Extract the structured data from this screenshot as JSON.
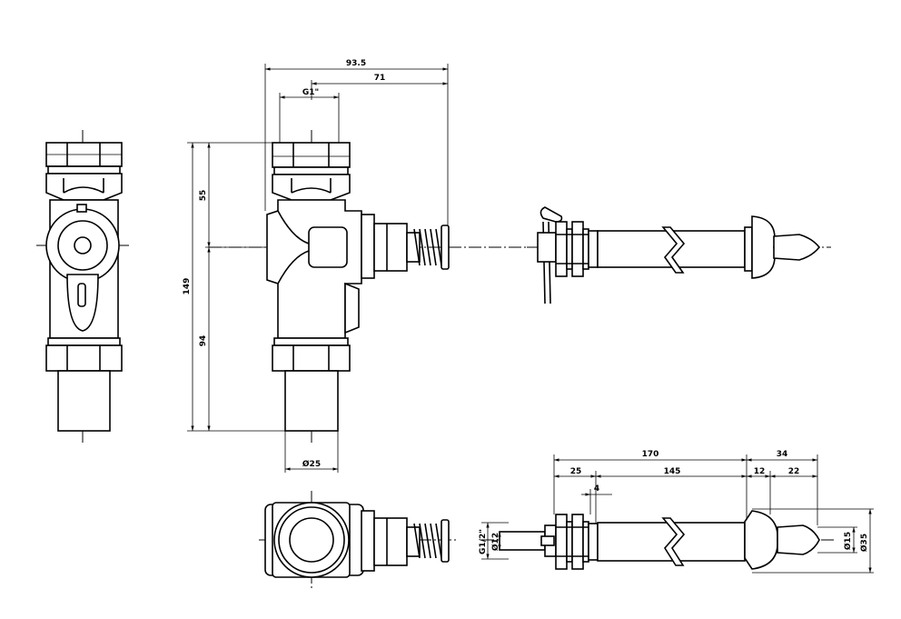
{
  "dimensions": {
    "overall_width": "93.5",
    "spindle_offset": "71",
    "inlet_thread": "G1\"",
    "upper_height": "55",
    "total_height": "149",
    "lower_height": "94",
    "outlet_diameter": "Ø25",
    "extension_length": "170",
    "button_length": "34",
    "nut_length": "25",
    "rod_length": "145",
    "nut_gap": "4",
    "cap_length": "12",
    "tip_length": "22",
    "thread_half_inch": "G1/2\"",
    "rod_diameter": "Ø12",
    "tip_diameter": "Ø15",
    "cap_diameter": "Ø35"
  }
}
